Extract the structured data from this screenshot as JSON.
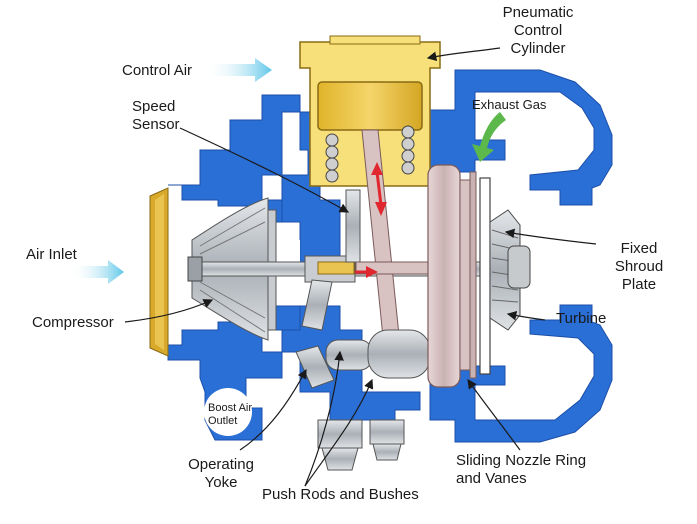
{
  "labels": {
    "pneumatic_line1": "Pneumatic",
    "pneumatic_line2": "Control",
    "pneumatic_line3": "Cylinder",
    "control_air": "Control Air",
    "speed_line1": "Speed",
    "speed_line2": "Sensor",
    "exhaust_gas": "Exhaust Gas",
    "fixed_line1": "Fixed",
    "fixed_line2": "Shroud",
    "fixed_line3": "Plate",
    "air_inlet": "Air Inlet",
    "compressor": "Compressor",
    "turbine": "Turbine",
    "boost_line1": "Boost Air",
    "boost_line2": "Outlet",
    "yoke_line1": "Operating",
    "yoke_line2": "Yoke",
    "push_rods": "Push Rods and Bushes",
    "sliding_line1": "Sliding Nozzle Ring",
    "sliding_line2": "and Vanes"
  },
  "colors": {
    "housing_blue": "#2a6fd6",
    "cylinder_yellow": "#f2d45a",
    "piston_gold": "#e2b92e",
    "rod_pink": "#d9c2c2",
    "metal_gray": "#b9bec4",
    "red_arrow": "#e0262e",
    "air_arrow": "#5ec6e8",
    "exhaust_arrow": "#5cb84a",
    "inlet_gold": "#d8a92a"
  }
}
